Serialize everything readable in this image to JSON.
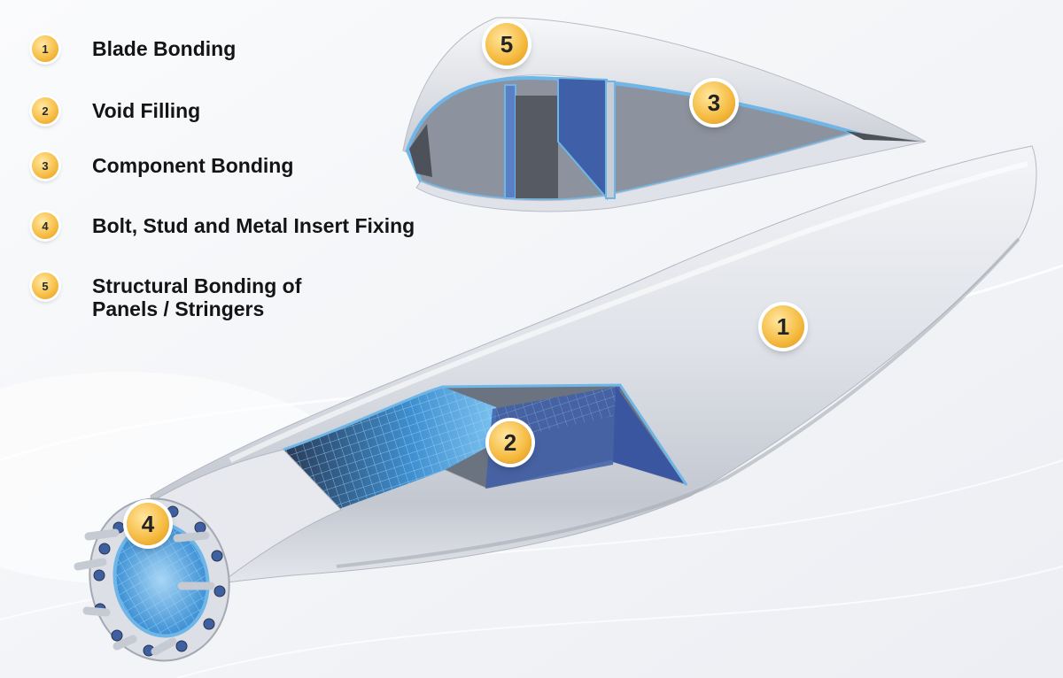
{
  "legend": {
    "items": [
      {
        "number": "1",
        "label": "Blade Bonding"
      },
      {
        "number": "2",
        "label": "Void Filling"
      },
      {
        "number": "3",
        "label": "Component Bonding"
      },
      {
        "number": "4",
        "label": "Bolt, Stud and Metal Insert Fixing"
      },
      {
        "number": "5",
        "label": "Structural Bonding of\nPanels / Stringers"
      }
    ]
  },
  "markers": {
    "blade_bonding": "1",
    "void_filling": "2",
    "component_bonding": "3",
    "bolt_insert_fixing": "4",
    "structural_bonding": "5"
  },
  "colors": {
    "badge": "#f6bd45",
    "blade_shell": "#d6d9e0",
    "adhesive": "#6fb6e8",
    "spar_web": "#3f5fa8",
    "spar_dark": "#555a63",
    "grid": "#2f8fd6"
  }
}
